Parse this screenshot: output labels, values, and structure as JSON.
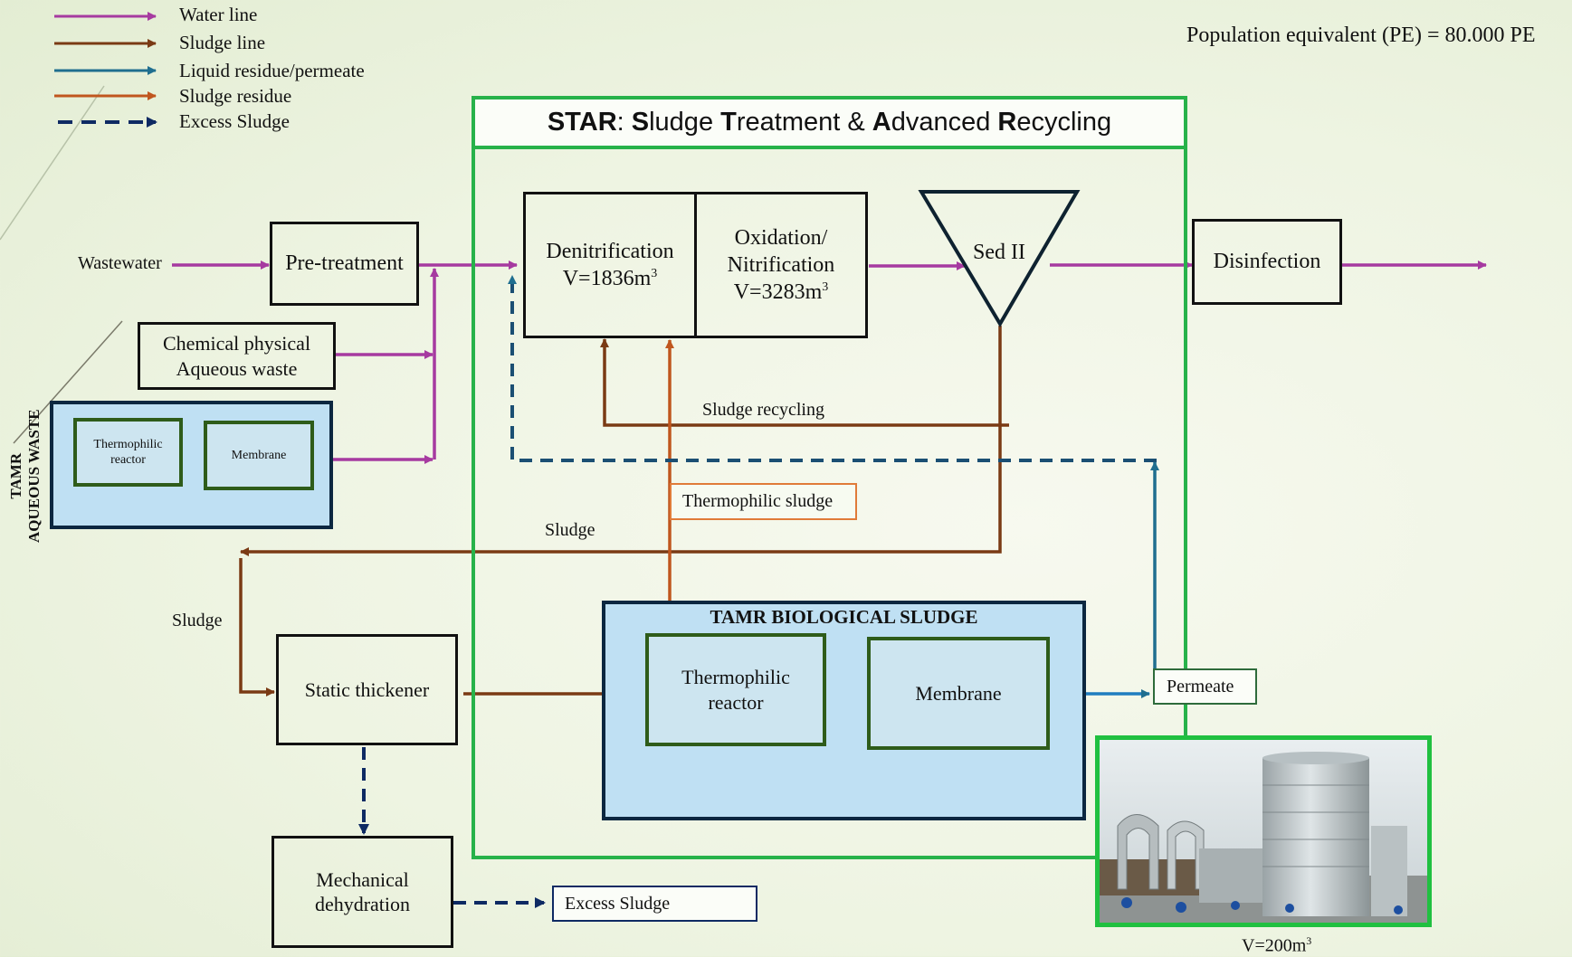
{
  "legend": [
    {
      "label": "Water line",
      "color": "#a63aa0",
      "style": "solid"
    },
    {
      "label": "Sludge line",
      "color": "#7a3a14",
      "style": "solid"
    },
    {
      "label": "Liquid residue/permeate",
      "color": "#1f6e8f",
      "style": "solid"
    },
    {
      "label": "Sludge residue",
      "color": "#c0561e",
      "style": "solid"
    },
    {
      "label": "Excess Sludge",
      "color": "#0e2a63",
      "style": "dashed"
    }
  ],
  "population_equivalent": "Population equivalent (PE) = 80.000 PE",
  "star_title_html": "<b>STAR</b>: <b>S</b>ludge <b>T</b>reatment &amp; <b>A</b>dvanced <b>R</b>ecycling",
  "nodes": {
    "wastewater": "Wastewater",
    "pretreatment": "Pre-treatment",
    "chemical_physical": [
      "Chemical physical",
      "Aqueous waste"
    ],
    "tamr_aqueous_label": [
      "TAMR",
      "AQUEOUS WASTE"
    ],
    "small_thermophilic": [
      "Thermophilic",
      "reactor"
    ],
    "small_membrane": "Membrane",
    "denitrification": [
      "Denitrification",
      "V=1836m",
      "3"
    ],
    "oxidation": [
      "Oxidation/",
      "Nitrification",
      "V=3283m",
      "3"
    ],
    "sed": "Sed II",
    "disinfection": "Disinfection",
    "static_thickener": "Static thickener",
    "mechanical": [
      "Mechanical",
      "dehydration"
    ],
    "tamr_bio_title": "TAMR BIOLOGICAL SLUDGE",
    "thermophilic": [
      "Thermophilic",
      "reactor"
    ],
    "membrane": "Membrane",
    "excess_sludge": "Excess Sludge",
    "permeate": "Permeate",
    "thermophilic_sludge": "Thermophilic sludge",
    "photo_volume": [
      "V=200m",
      "3"
    ]
  },
  "flow_labels": {
    "sludge_recycling": "Sludge recycling",
    "sludge_mid": "Sludge",
    "sludge_left": "Sludge"
  },
  "colors": {
    "water": "#a63aa0",
    "sludge": "#7a3a14",
    "permeate": "#1f6e8f",
    "residue": "#c0561e",
    "excess": "#0e2a63",
    "star_border": "#27b24a",
    "tamr_fill": "#cde5f0"
  },
  "icons": [
    "thermophilic-tank-photo"
  ]
}
